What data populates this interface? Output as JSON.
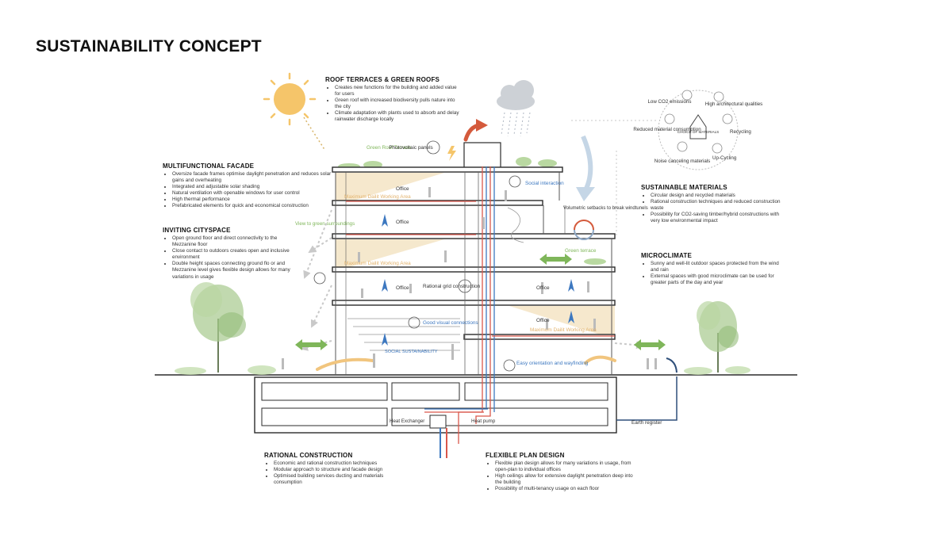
{
  "title": "SUSTAINABILITY CONCEPT",
  "sections": {
    "roof": {
      "title": "ROOF TERRACES & GREEN ROOFS",
      "bullets": [
        "Creates new functions for the building and added value for users",
        "Green roof with increased biodiversity pulls nature into the city",
        "Climate adaptation with plants used to absorb and delay rainwater discharge locally"
      ]
    },
    "facade": {
      "title": "MULTIFUNCTIONAL FACADE",
      "bullets": [
        "Oversize facade frames optimise daylight penetration and reduces solar gains and overheating",
        "Integrated and adjustable solar shading",
        "Natural ventilation with openable windows for user control",
        "High thermal performance",
        "Prefabricated elements for quick and economical construction"
      ]
    },
    "cityspace": {
      "title": "INVITING CITYSPACE",
      "bullets": [
        "Open ground floor and direct connectivity to the Mezzanine floor",
        "Close contact to outdoors creates open and inclusive environment",
        "Double height spaces connecting ground flo or and Mezzanine level gives flexible design allows for many variations in usage"
      ]
    },
    "materials": {
      "title": "SUSTAINABLE MATERIALS",
      "bullets": [
        "Circular design and recycled materials",
        "Rational construction techniques and reduced construction waste",
        "Possibility for CO2-saving timber/hybrid constructions with very low environmental impact"
      ]
    },
    "microclimate": {
      "title": "MICROCLIMATE",
      "bullets": [
        "Sunny and well-lit outdoor spaces protected from the wind and rain",
        "External spaces with good microclimate can be used for greater parts of the day and year"
      ]
    },
    "rational": {
      "title": "RATIONAL CONSTRUCTION",
      "bullets": [
        "Economic and rational construction techniques",
        "Modular approach to structure and facade design",
        "Optimised building services ducting and materials consumption"
      ]
    },
    "flexible": {
      "title": "FLEXIBLE PLAN DESIGN",
      "bullets": [
        "Flexible plan design allows for many variations in usage, from open-plan to individual offices",
        "High ceilings allow for extensive daylight penetration deep into the building",
        "Possibility of multi-tenancy usage on each floor"
      ]
    }
  },
  "materials_wheel": {
    "center": "CHOICE OF MATERIALS",
    "items": [
      "Low CO2 emissions",
      "High architectural qualities",
      "Recycling",
      "Up-Cycling",
      "Noise canceling materials",
      "Reduced material consumption"
    ]
  },
  "labels": {
    "green_roof": "Green Roof Terrace",
    "photovoltaic": "Photovoltaic panels",
    "office": "Office",
    "max_daylit": "Maximum Dailit Working Area",
    "social_interaction": "Social interaction",
    "volumetric": "Volumetric setbacks to break windtunels",
    "view_green": "View to green surroundings",
    "green_terrace": "Green terrace",
    "rational_grid": "Rational grid construction",
    "good_visual": "Good visual connections",
    "social_sustain": "SOCIAL SUSTAINABILITY",
    "easy_orientation": "Easy orientation and wayfinding",
    "heat_exchanger": "Heat Exchanger",
    "heat_pump": "Heat pump",
    "earth_register": "Earth register"
  },
  "colors": {
    "sun": "#f5c56a",
    "cloud": "#cdd1d6",
    "rain_arrow": "#c5d6e6",
    "heat_arrow": "#d45a3c",
    "daylight": "#f5e6c8",
    "green": "#7fb65a",
    "dark": "#2b2b2b",
    "blue": "#2f4f7a",
    "red_pipe": "#d9574b",
    "blue_pipe": "#3d78c0"
  }
}
